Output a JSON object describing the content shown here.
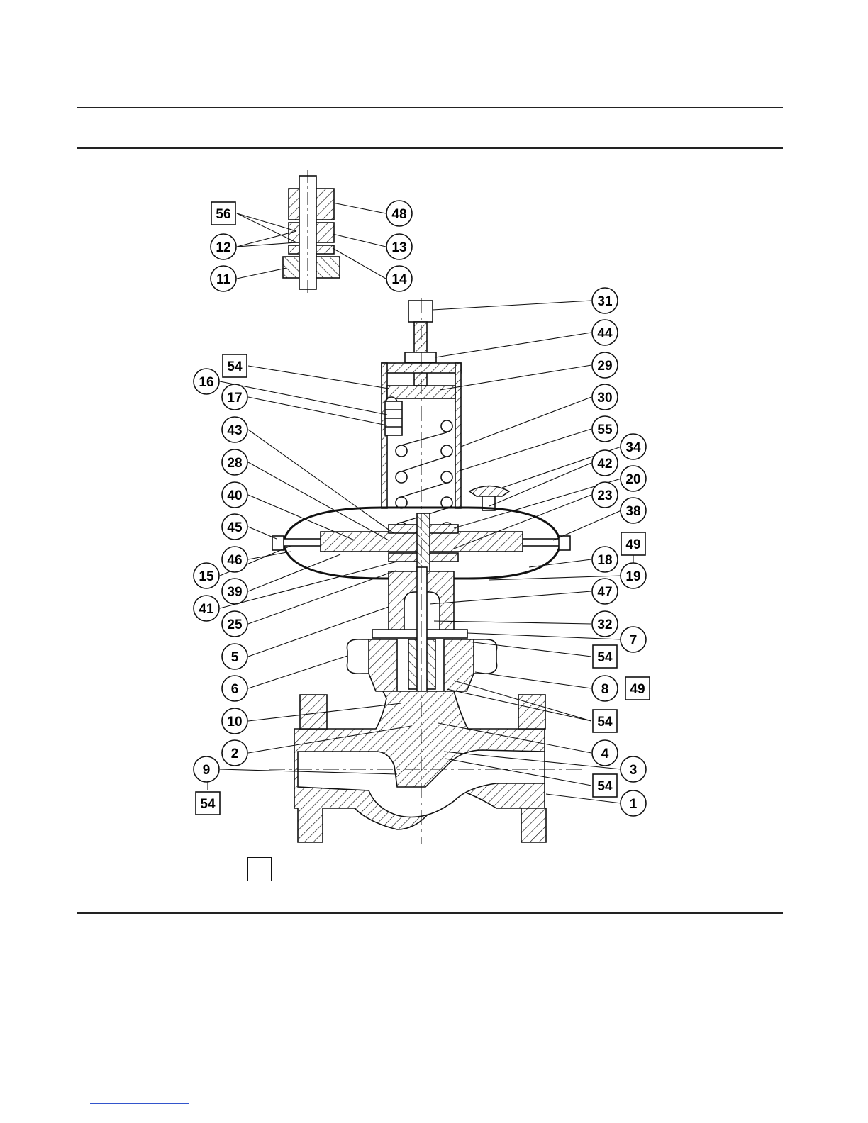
{
  "callouts_circle": [
    "48",
    "12",
    "13",
    "11",
    "14",
    "31",
    "44",
    "16",
    "29",
    "17",
    "30",
    "43",
    "55",
    "34",
    "28",
    "42",
    "20",
    "40",
    "23",
    "45",
    "38",
    "46",
    "18",
    "15",
    "19",
    "39",
    "47",
    "41",
    "25",
    "32",
    "5",
    "7",
    "6",
    "8",
    "10",
    "2",
    "4",
    "3",
    "9",
    "1"
  ],
  "callouts_box": [
    "56",
    "54",
    "49",
    "54",
    "49",
    "54",
    "54",
    "54"
  ],
  "legend": {
    "box_label": ""
  }
}
